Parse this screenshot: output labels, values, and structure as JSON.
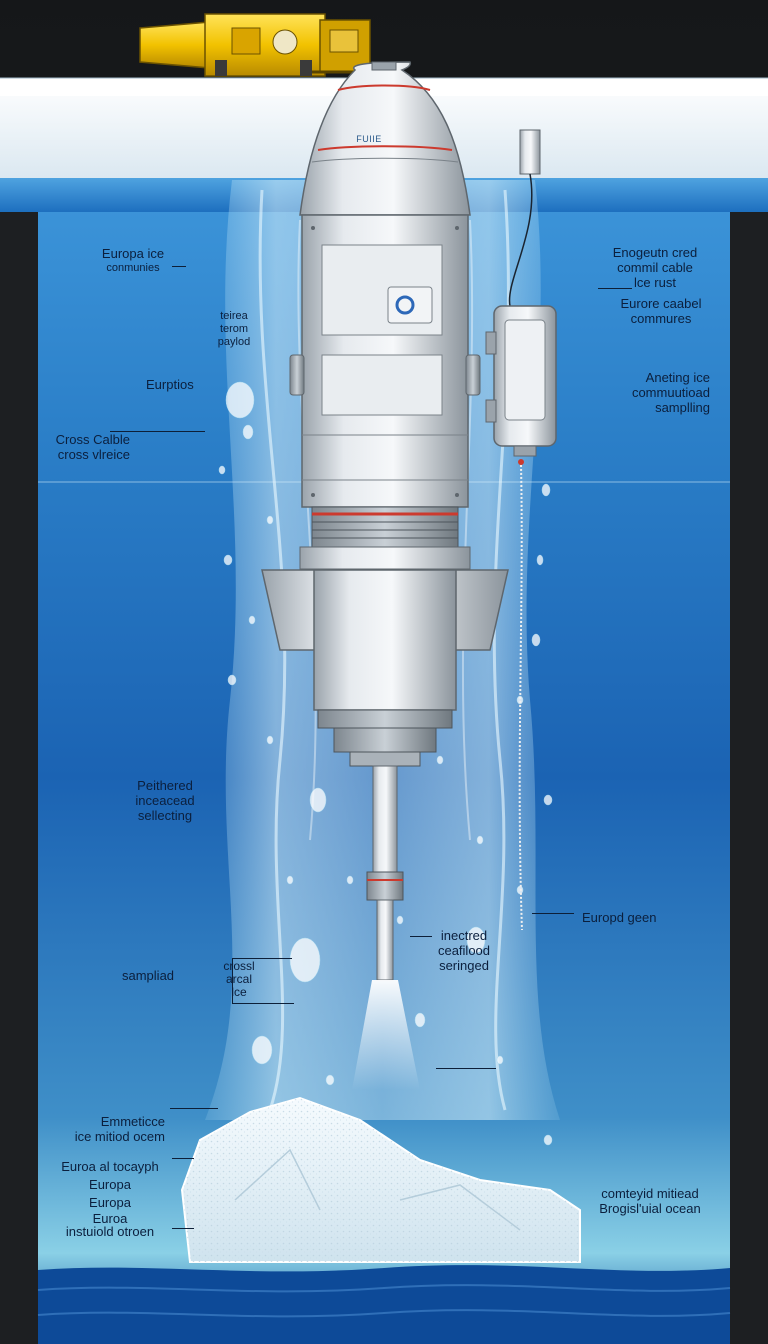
{
  "probe": {
    "name": "FUIIE"
  },
  "labels": {
    "europa_ice_communes": [
      "Europa ice",
      "conmunies"
    ],
    "teirea_payload": [
      "teirea",
      "terom",
      "paylod"
    ],
    "eurptios": [
      "Eurptios"
    ],
    "cross_cable": [
      "Cross Calble",
      "cross vlreice"
    ],
    "peithered": [
      "Peithered",
      "inceacead",
      "sellecting"
    ],
    "sampliad": [
      "sampliad"
    ],
    "crossl_arcal_ice": [
      "crossl",
      "arcal",
      "lce"
    ],
    "emmeticce": [
      "Emmeticce",
      "ice mitiod ocem"
    ],
    "europa_stack": [
      "Euroa al tocayph",
      "Europa",
      "Europa",
      "Euroa",
      "instuiold otroen"
    ],
    "enogeutn_cred": [
      "Enogeutn cred",
      "commil cable",
      "lce rust"
    ],
    "eurore_caabel": [
      "Eurore caabel",
      "commures"
    ],
    "aneting_ice": [
      "Aneting ice",
      "commuutioad",
      "samplling"
    ],
    "europd_geen": [
      "Europd geen"
    ],
    "inectred": [
      "inectred",
      "ceafilood",
      "seringed"
    ],
    "comteyid": [
      "comteyid mitiead",
      "Brogisl'uial ocean"
    ]
  },
  "colors": {
    "lander_yellow": "#f2c200",
    "ice_surface": "#eef4f8",
    "ocean_upper": "#2f86cf",
    "ocean_deep": "#0a3d8a",
    "probe_body": "#d7dde2",
    "probe_stripe": "#cc3a2e"
  }
}
